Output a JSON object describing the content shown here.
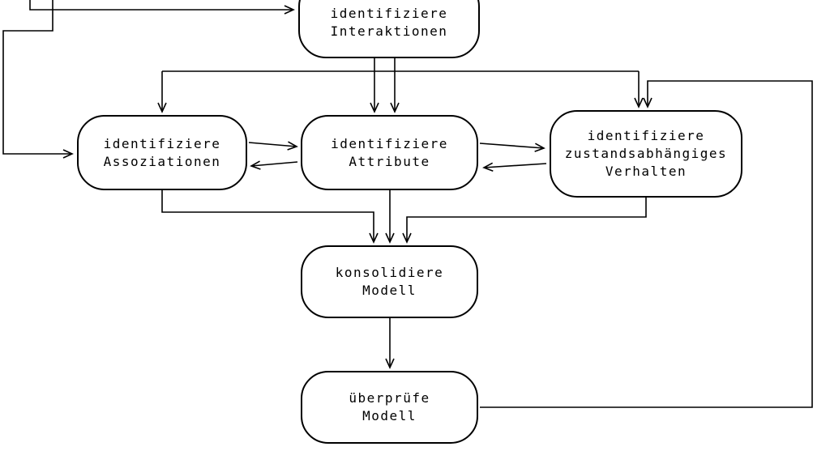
{
  "diagram": {
    "nodes": {
      "interaktionen": {
        "lines": [
          "identifiziere",
          "Interaktionen"
        ]
      },
      "assoziationen": {
        "lines": [
          "identifiziere",
          "Assoziationen"
        ]
      },
      "attribute": {
        "lines": [
          "identifiziere",
          "Attribute"
        ]
      },
      "verhalten": {
        "lines": [
          "identifiziere",
          "zustandsabhängiges",
          "Verhalten"
        ]
      },
      "konsolidiere": {
        "lines": [
          "konsolidiere",
          "Modell"
        ]
      },
      "ueberpruefe": {
        "lines": [
          "überprüfe",
          "Modell"
        ]
      }
    },
    "edges": [
      {
        "from": "offscreen-top",
        "to": "interaktionen",
        "type": "arrow"
      },
      {
        "from": "offscreen-top",
        "to": "assoziationen",
        "type": "arrow"
      },
      {
        "from": "interaktionen",
        "to": "assoziationen",
        "type": "arrow"
      },
      {
        "from": "interaktionen",
        "to": "attribute",
        "type": "double-arrow"
      },
      {
        "from": "interaktionen",
        "to": "verhalten",
        "type": "arrow"
      },
      {
        "from": "assoziationen",
        "to": "attribute",
        "type": "bidirectional"
      },
      {
        "from": "attribute",
        "to": "verhalten",
        "type": "bidirectional"
      },
      {
        "from": "assoziationen",
        "to": "konsolidiere",
        "type": "arrow"
      },
      {
        "from": "attribute",
        "to": "konsolidiere",
        "type": "arrow"
      },
      {
        "from": "verhalten",
        "to": "konsolidiere",
        "type": "arrow"
      },
      {
        "from": "konsolidiere",
        "to": "ueberpruefe",
        "type": "arrow"
      },
      {
        "from": "ueberpruefe",
        "to": "verhalten",
        "type": "feedback-arrow"
      }
    ],
    "colors": {
      "line": "#000000",
      "node_fill": "#ffffff",
      "text": "#000000"
    }
  }
}
